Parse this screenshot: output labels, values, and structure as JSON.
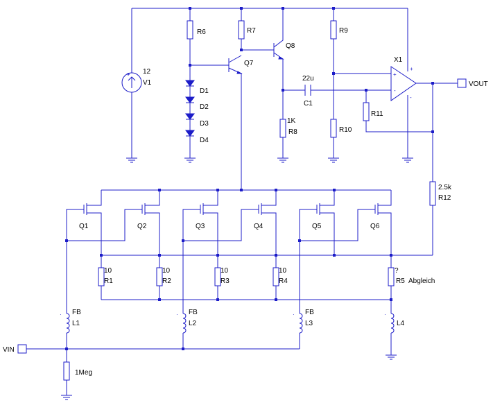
{
  "labels": {
    "r6": "R6",
    "r7": "R7",
    "q8": "Q8",
    "r9": "R9",
    "v1_value": "12",
    "v1_name": "V1",
    "q7": "Q7",
    "d1": "D1",
    "d2": "D2",
    "d3": "D3",
    "d4": "D4",
    "c1_value": "22u",
    "c1_name": "C1",
    "x1": "X1",
    "vout": "VOUT",
    "r8_value": "1K",
    "r8_name": "R8",
    "r10": "R10",
    "r11": "R11",
    "r12_value": "2.5k",
    "r12_name": "R12",
    "q1": "Q1",
    "q2": "Q2",
    "q3": "Q3",
    "q4": "Q4",
    "q5": "Q5",
    "q6": "Q6",
    "r1_value": "10",
    "r1_name": "R1",
    "r2_value": "10",
    "r2_name": "R2",
    "r3_value": "10",
    "r3_name": "R3",
    "r4_value": "10",
    "r4_name": "R4",
    "r5_value": "?",
    "r5_name": "R5",
    "r5_note": "Abgleich",
    "l1_value": "FB",
    "l1_name": "L1",
    "l2_value": "FB",
    "l2_name": "L2",
    "l3_value": "FB",
    "l3_name": "L3",
    "l4_name": "L4",
    "vin": "VIN",
    "rin_value": "1Meg"
  },
  "colors": {
    "wire": "#1c1cc8",
    "text": "#000000",
    "background": "#ffffff"
  }
}
